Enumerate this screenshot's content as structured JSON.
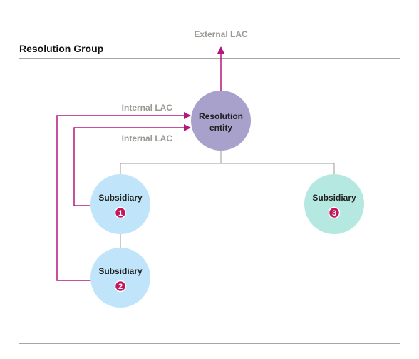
{
  "group": {
    "title": "Resolution Group"
  },
  "external_lac": "External LAC",
  "internal_lac_1": "Internal LAC",
  "internal_lac_2": "Internal LAC",
  "resolution_entity": {
    "line1": "Resolution",
    "line2": "entity"
  },
  "subsidiaries": [
    {
      "label": "Subsidiary",
      "number": "1"
    },
    {
      "label": "Subsidiary",
      "number": "2"
    },
    {
      "label": "Subsidiary",
      "number": "3"
    }
  ],
  "colors": {
    "border": "#a6a6a6",
    "arrow": "#b5177f",
    "resolution_entity_fill": "#a8a1cc",
    "subsidiary_fill": "#c0e5fa",
    "subsidiary3_fill": "#b5e8e1",
    "badge_fill": "#c2185b",
    "grey_label": "#9a9a94"
  }
}
